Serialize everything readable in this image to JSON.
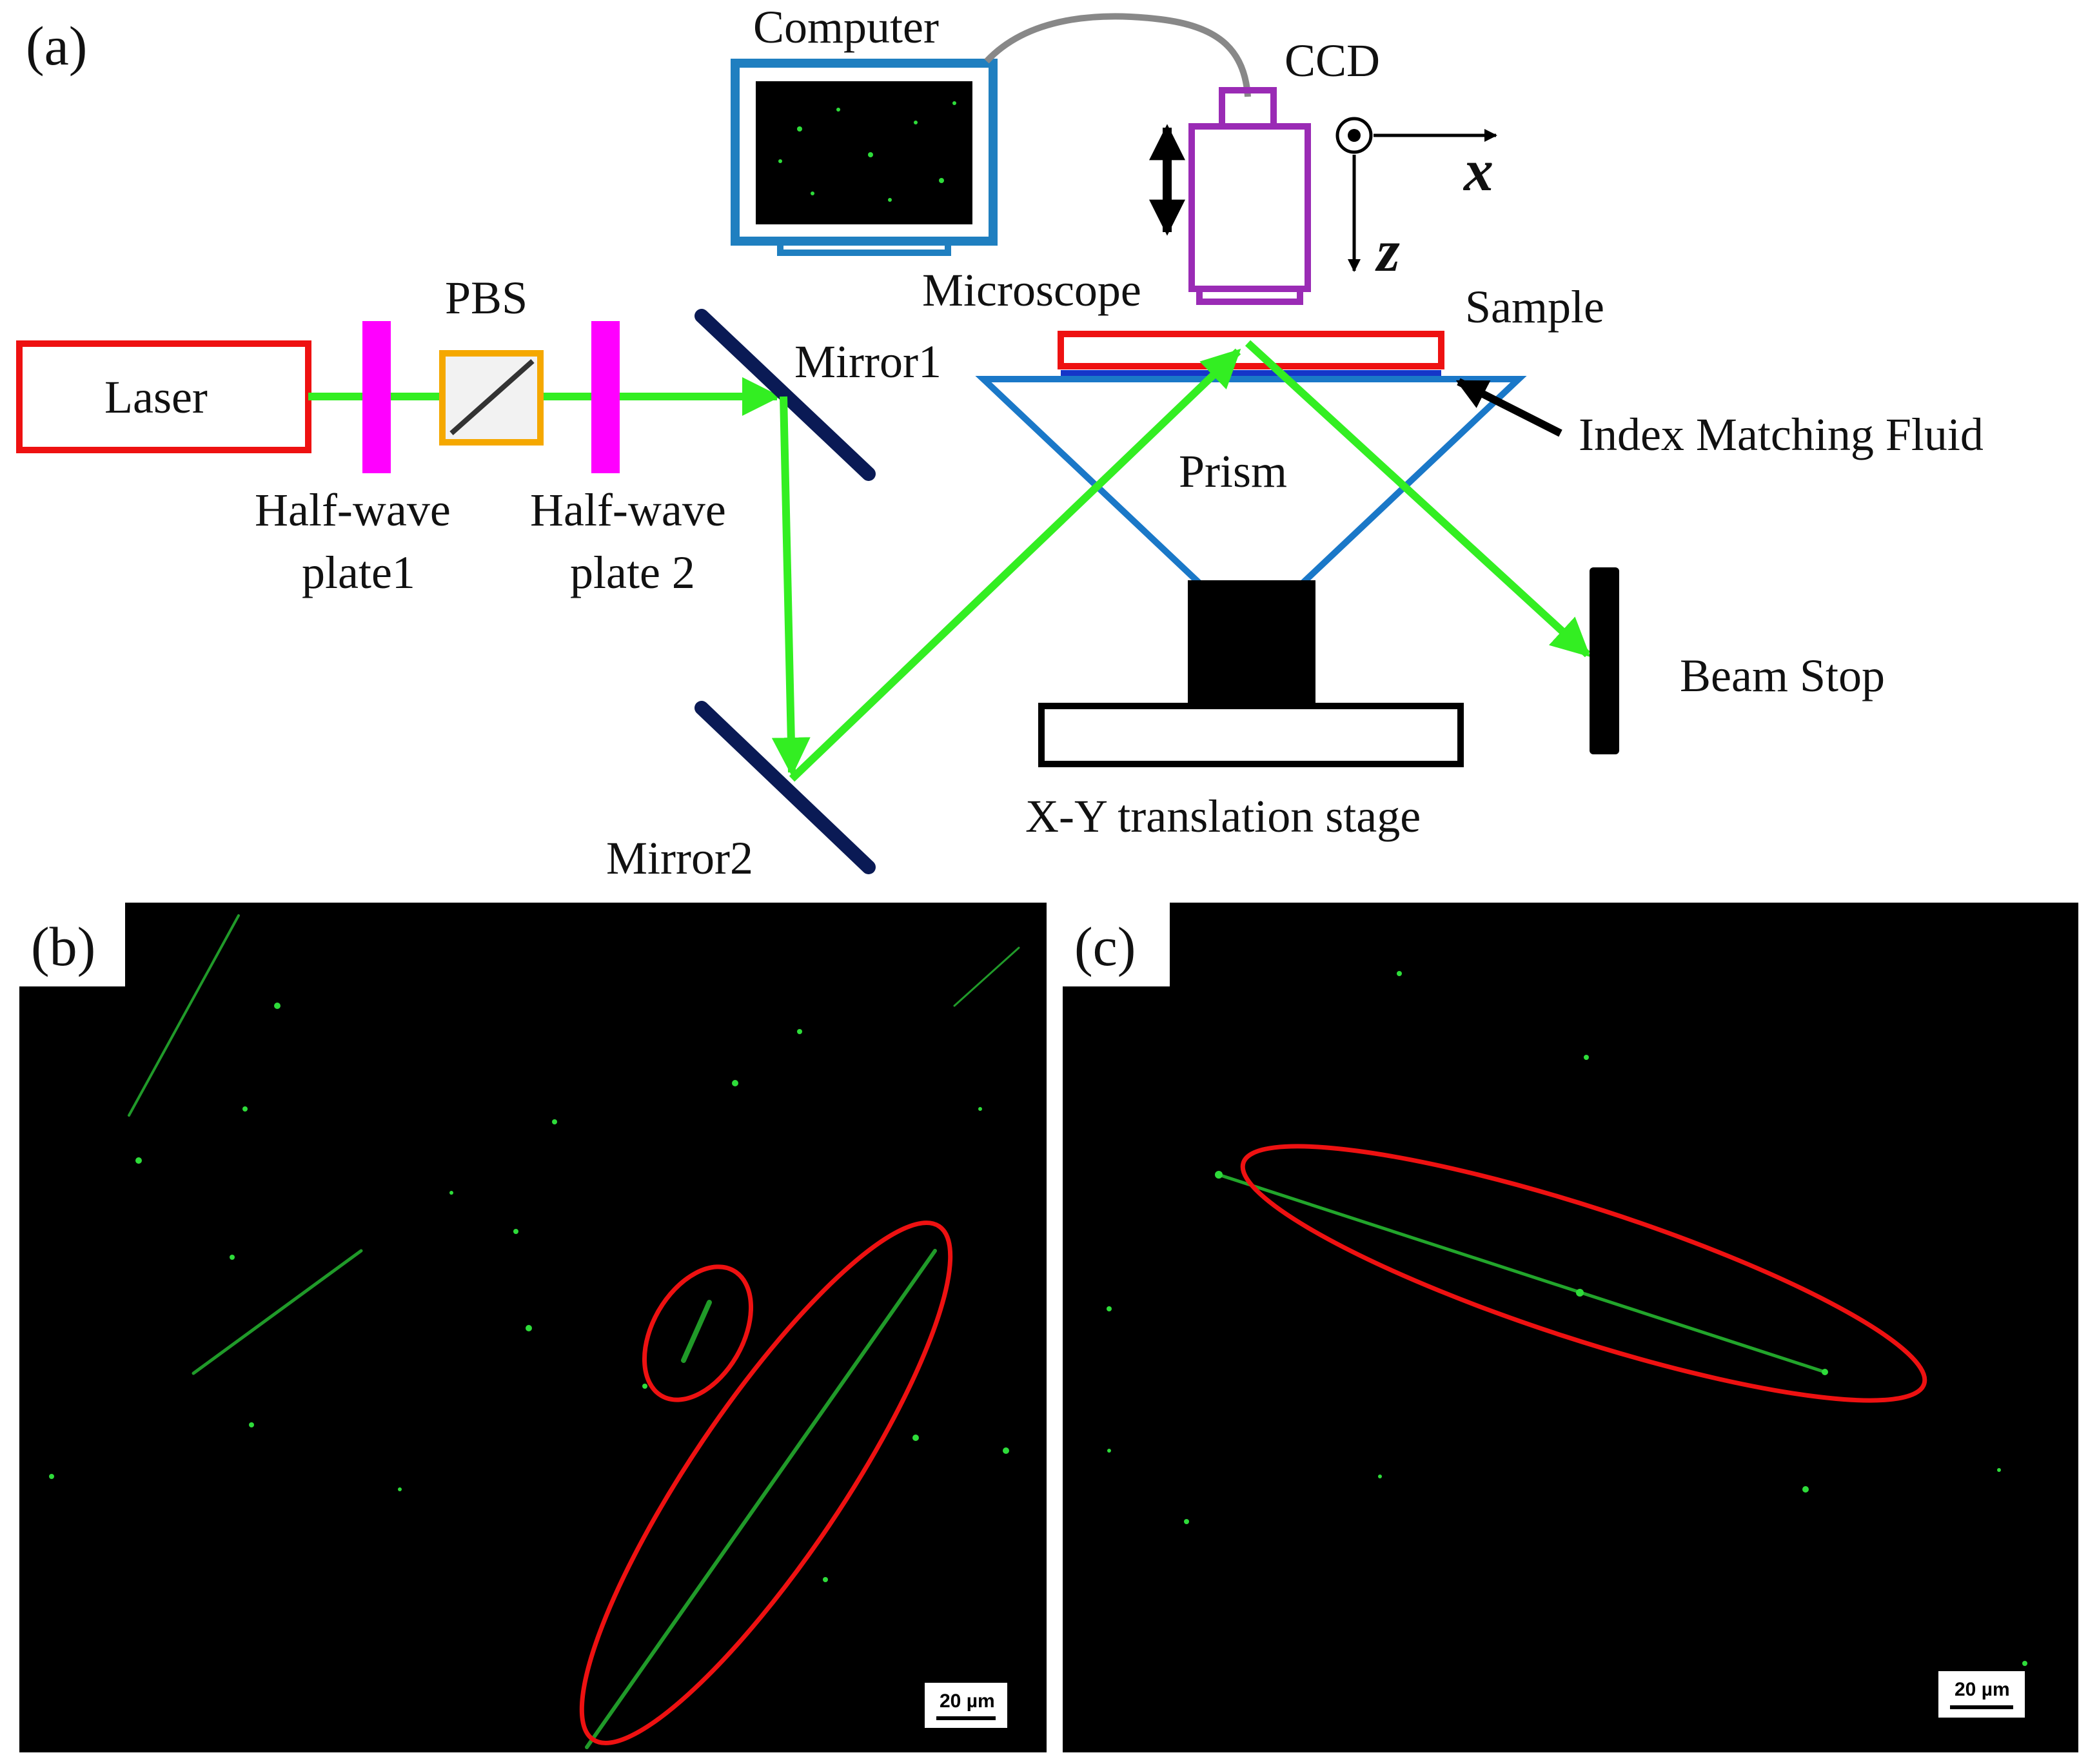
{
  "panels": {
    "a": "(a)",
    "b": "(b)",
    "c": "(c)"
  },
  "labels": {
    "computer": "Computer",
    "ccd": "CCD",
    "microscope": "Microscope",
    "sample": "Sample",
    "pbs": "PBS",
    "laser": "Laser",
    "mirror1": "Mirror1",
    "mirror2": "Mirror2",
    "hwp1_line1": "Half-wave",
    "hwp1_line2": "plate1",
    "hwp2_line1": "Half-wave",
    "hwp2_line2": "plate 2",
    "index_fluid": "Index Matching Fluid",
    "prism": "Prism",
    "beam_stop": "Beam Stop",
    "stage": "X-Y translation stage",
    "axis_x": "x",
    "axis_z": "z"
  },
  "scale_bar": {
    "b": "20 µm",
    "c": "20 µm"
  },
  "colors": {
    "beam": "#33ee22",
    "laser_box": "#ee1111",
    "waveplate": "#ff00ff",
    "pbs": "#f5a800",
    "mirror": "#0a1a55",
    "computer": "#1f7fc0",
    "microscope": "#9a2bb5",
    "prism": "#1a78c8",
    "sample": "#ee1111",
    "highlight_ellipse": "#ee1111",
    "micrograph_bg": "#000000",
    "fluorescence": "#2edc3a"
  }
}
